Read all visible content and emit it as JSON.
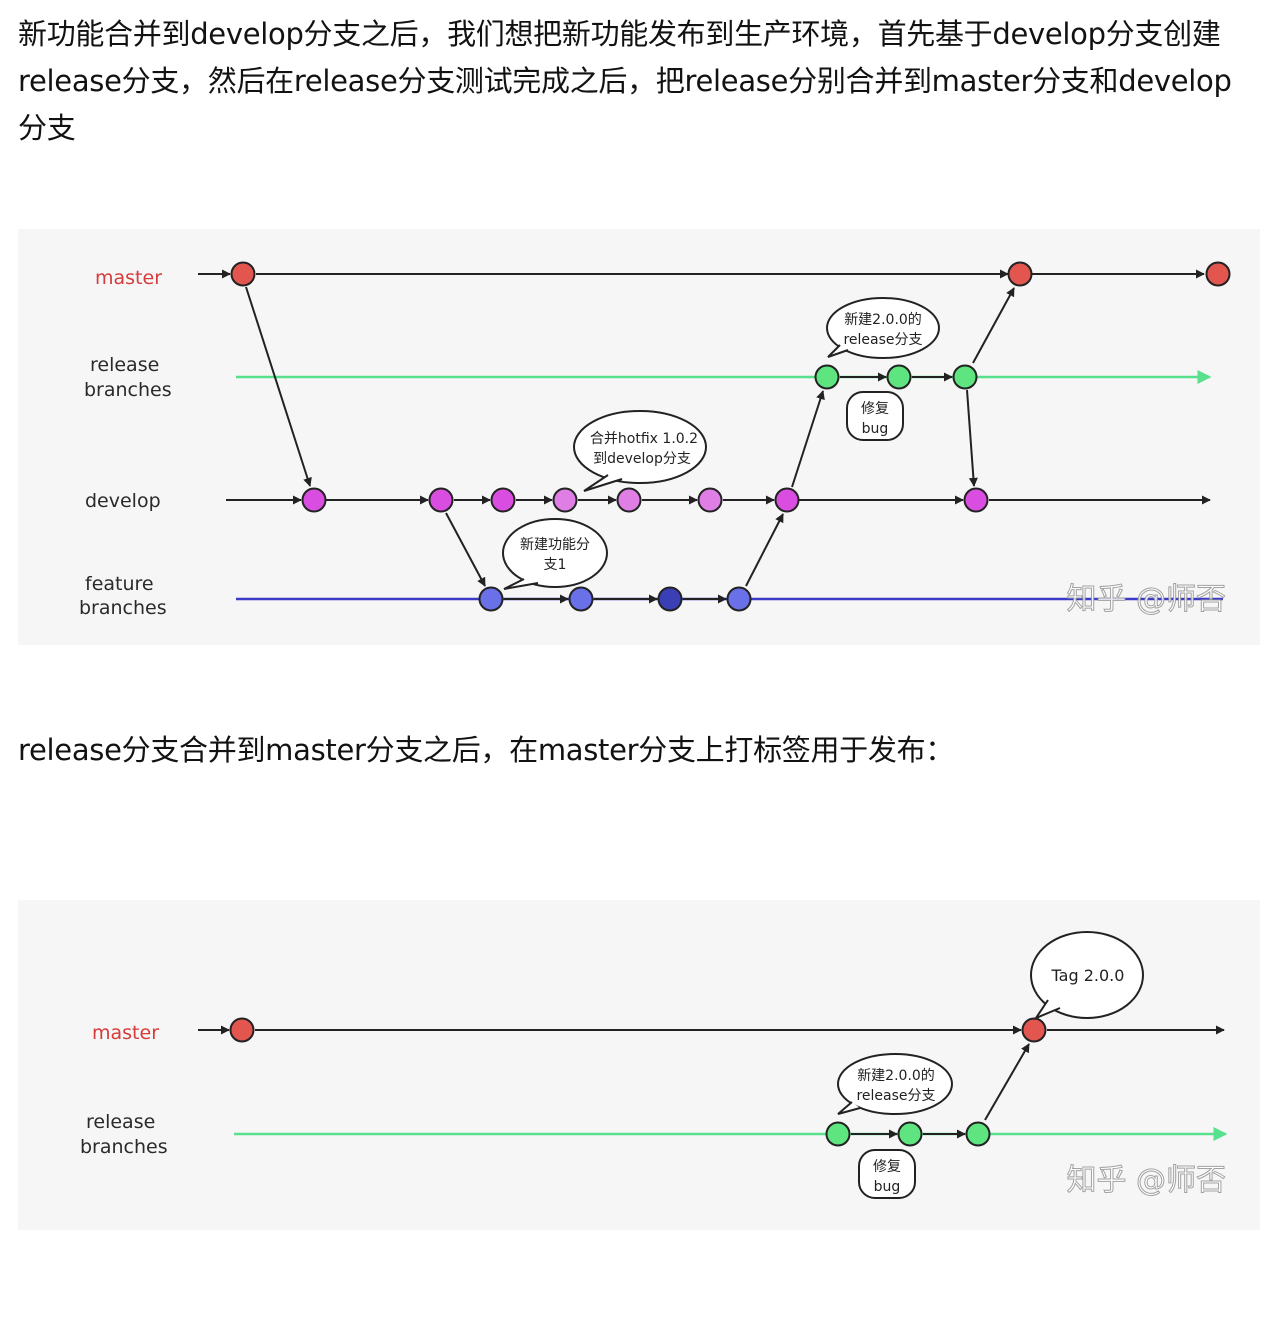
{
  "paragraphs": {
    "intro": "新功能合并到develop分支之后，我们想把新功能发布到生产环境，首先基于develop分支创建release分支，然后在release分支测试完成之后，把release分别合并到master分支和develop分支",
    "tagging": "release分支合并到master分支之后，在master分支上打标签用于发布："
  },
  "colors": {
    "master_node": "#e2564f",
    "release_node": "#5ee57f",
    "release_line": "#58e08c",
    "develop_node": "#d94de1",
    "develop_node_light": "#df7fe6",
    "feature_node": "#6a70e8",
    "feature_node_dark": "#3a3fb5",
    "feature_line": "#3b3bc8",
    "arrow": "#222222",
    "master_label": "#d63a3a"
  },
  "diagram1": {
    "lanes": {
      "master": "master",
      "release_line1": "release",
      "release_line2": "branches",
      "develop": "develop",
      "feature_line1": "feature",
      "feature_line2": "branches"
    },
    "bubbles": {
      "create_release_line1": "新建2.0.0的",
      "create_release_line2": "release分支",
      "fix_bug_line1": "修复",
      "fix_bug_line2": "bug",
      "merge_hotfix_line1": "合并hotfix 1.0.2",
      "merge_hotfix_line2": "到develop分支",
      "new_feature_line1": "新建功能分",
      "new_feature_line2": "支1"
    },
    "watermark": "知乎 @师否"
  },
  "diagram2": {
    "lanes": {
      "master": "master",
      "release_line1": "release",
      "release_line2": "branches"
    },
    "bubbles": {
      "tag": "Tag 2.0.0",
      "create_release_line1": "新建2.0.0的",
      "create_release_line2": "release分支",
      "fix_bug_line1": "修复",
      "fix_bug_line2": "bug"
    },
    "watermark": "知乎 @师否"
  }
}
